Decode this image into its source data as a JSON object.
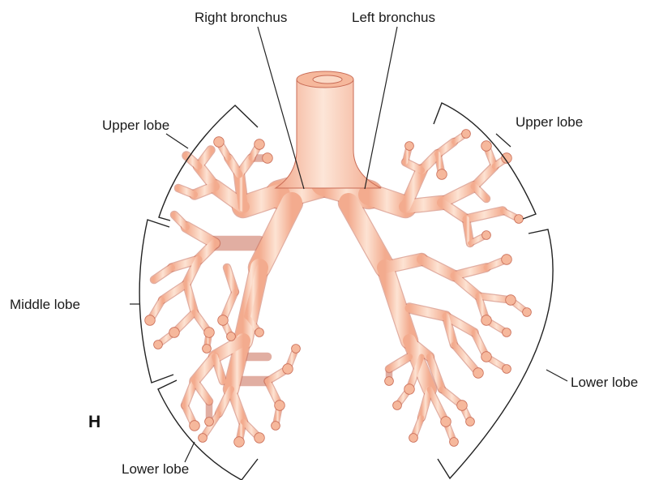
{
  "labels": {
    "right_bronchus": "Right bronchus",
    "left_bronchus": "Left bronchus",
    "right_upper_lobe": "Upper lobe",
    "right_middle_lobe": "Middle lobe",
    "right_lower_lobe": "Lower lobe",
    "left_upper_lobe": "Upper lobe",
    "left_lower_lobe": "Lower lobe"
  },
  "panel_letter": "H",
  "colors": {
    "tissue_light": "#fde3d3",
    "tissue_mid": "#f6b89c",
    "tissue_dark": "#e99375",
    "tissue_edge": "#c96c56",
    "line": "#222222"
  }
}
